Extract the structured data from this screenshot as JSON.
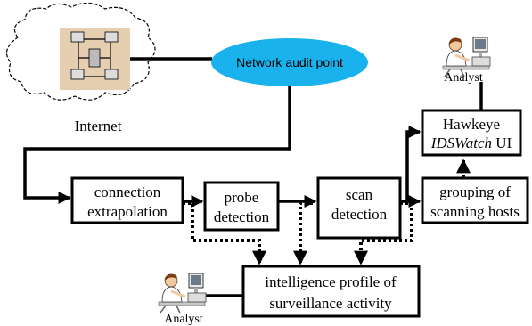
{
  "cloud_label": "Internet",
  "audit_point": {
    "label": "Network audit point",
    "color": "#1ab2ec"
  },
  "boxes": {
    "connection": [
      "connection",
      "extrapolation"
    ],
    "probe": [
      "probe",
      "detection"
    ],
    "scan": [
      "scan",
      "detection"
    ],
    "grouping": [
      "grouping of",
      "scanning hosts"
    ],
    "hawkeye": {
      "line1": "Hawkeye",
      "line2_italic": "IDSWatch",
      "line2_rest": " UI"
    },
    "profile": [
      "intelligence profile of",
      "surveillance activity"
    ]
  },
  "analyst_top": "Analyst",
  "analyst_bottom": "Analyst",
  "icons": [
    "cloud-icon",
    "network-computers-icon",
    "analyst-icon"
  ]
}
